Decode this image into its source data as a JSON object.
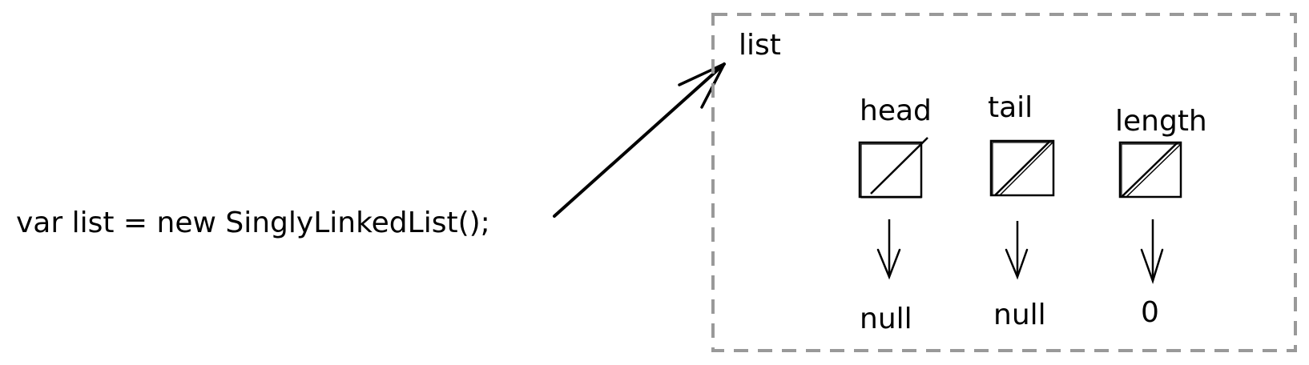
{
  "code_line": "var list = new SinglyLinkedList();",
  "object_box": {
    "title": "list",
    "fields": [
      {
        "name": "head",
        "value": "null"
      },
      {
        "name": "tail",
        "value": "null"
      },
      {
        "name": "length",
        "value": "0"
      }
    ]
  },
  "colors": {
    "ink": "#000000",
    "dashed_border": "#999999"
  }
}
